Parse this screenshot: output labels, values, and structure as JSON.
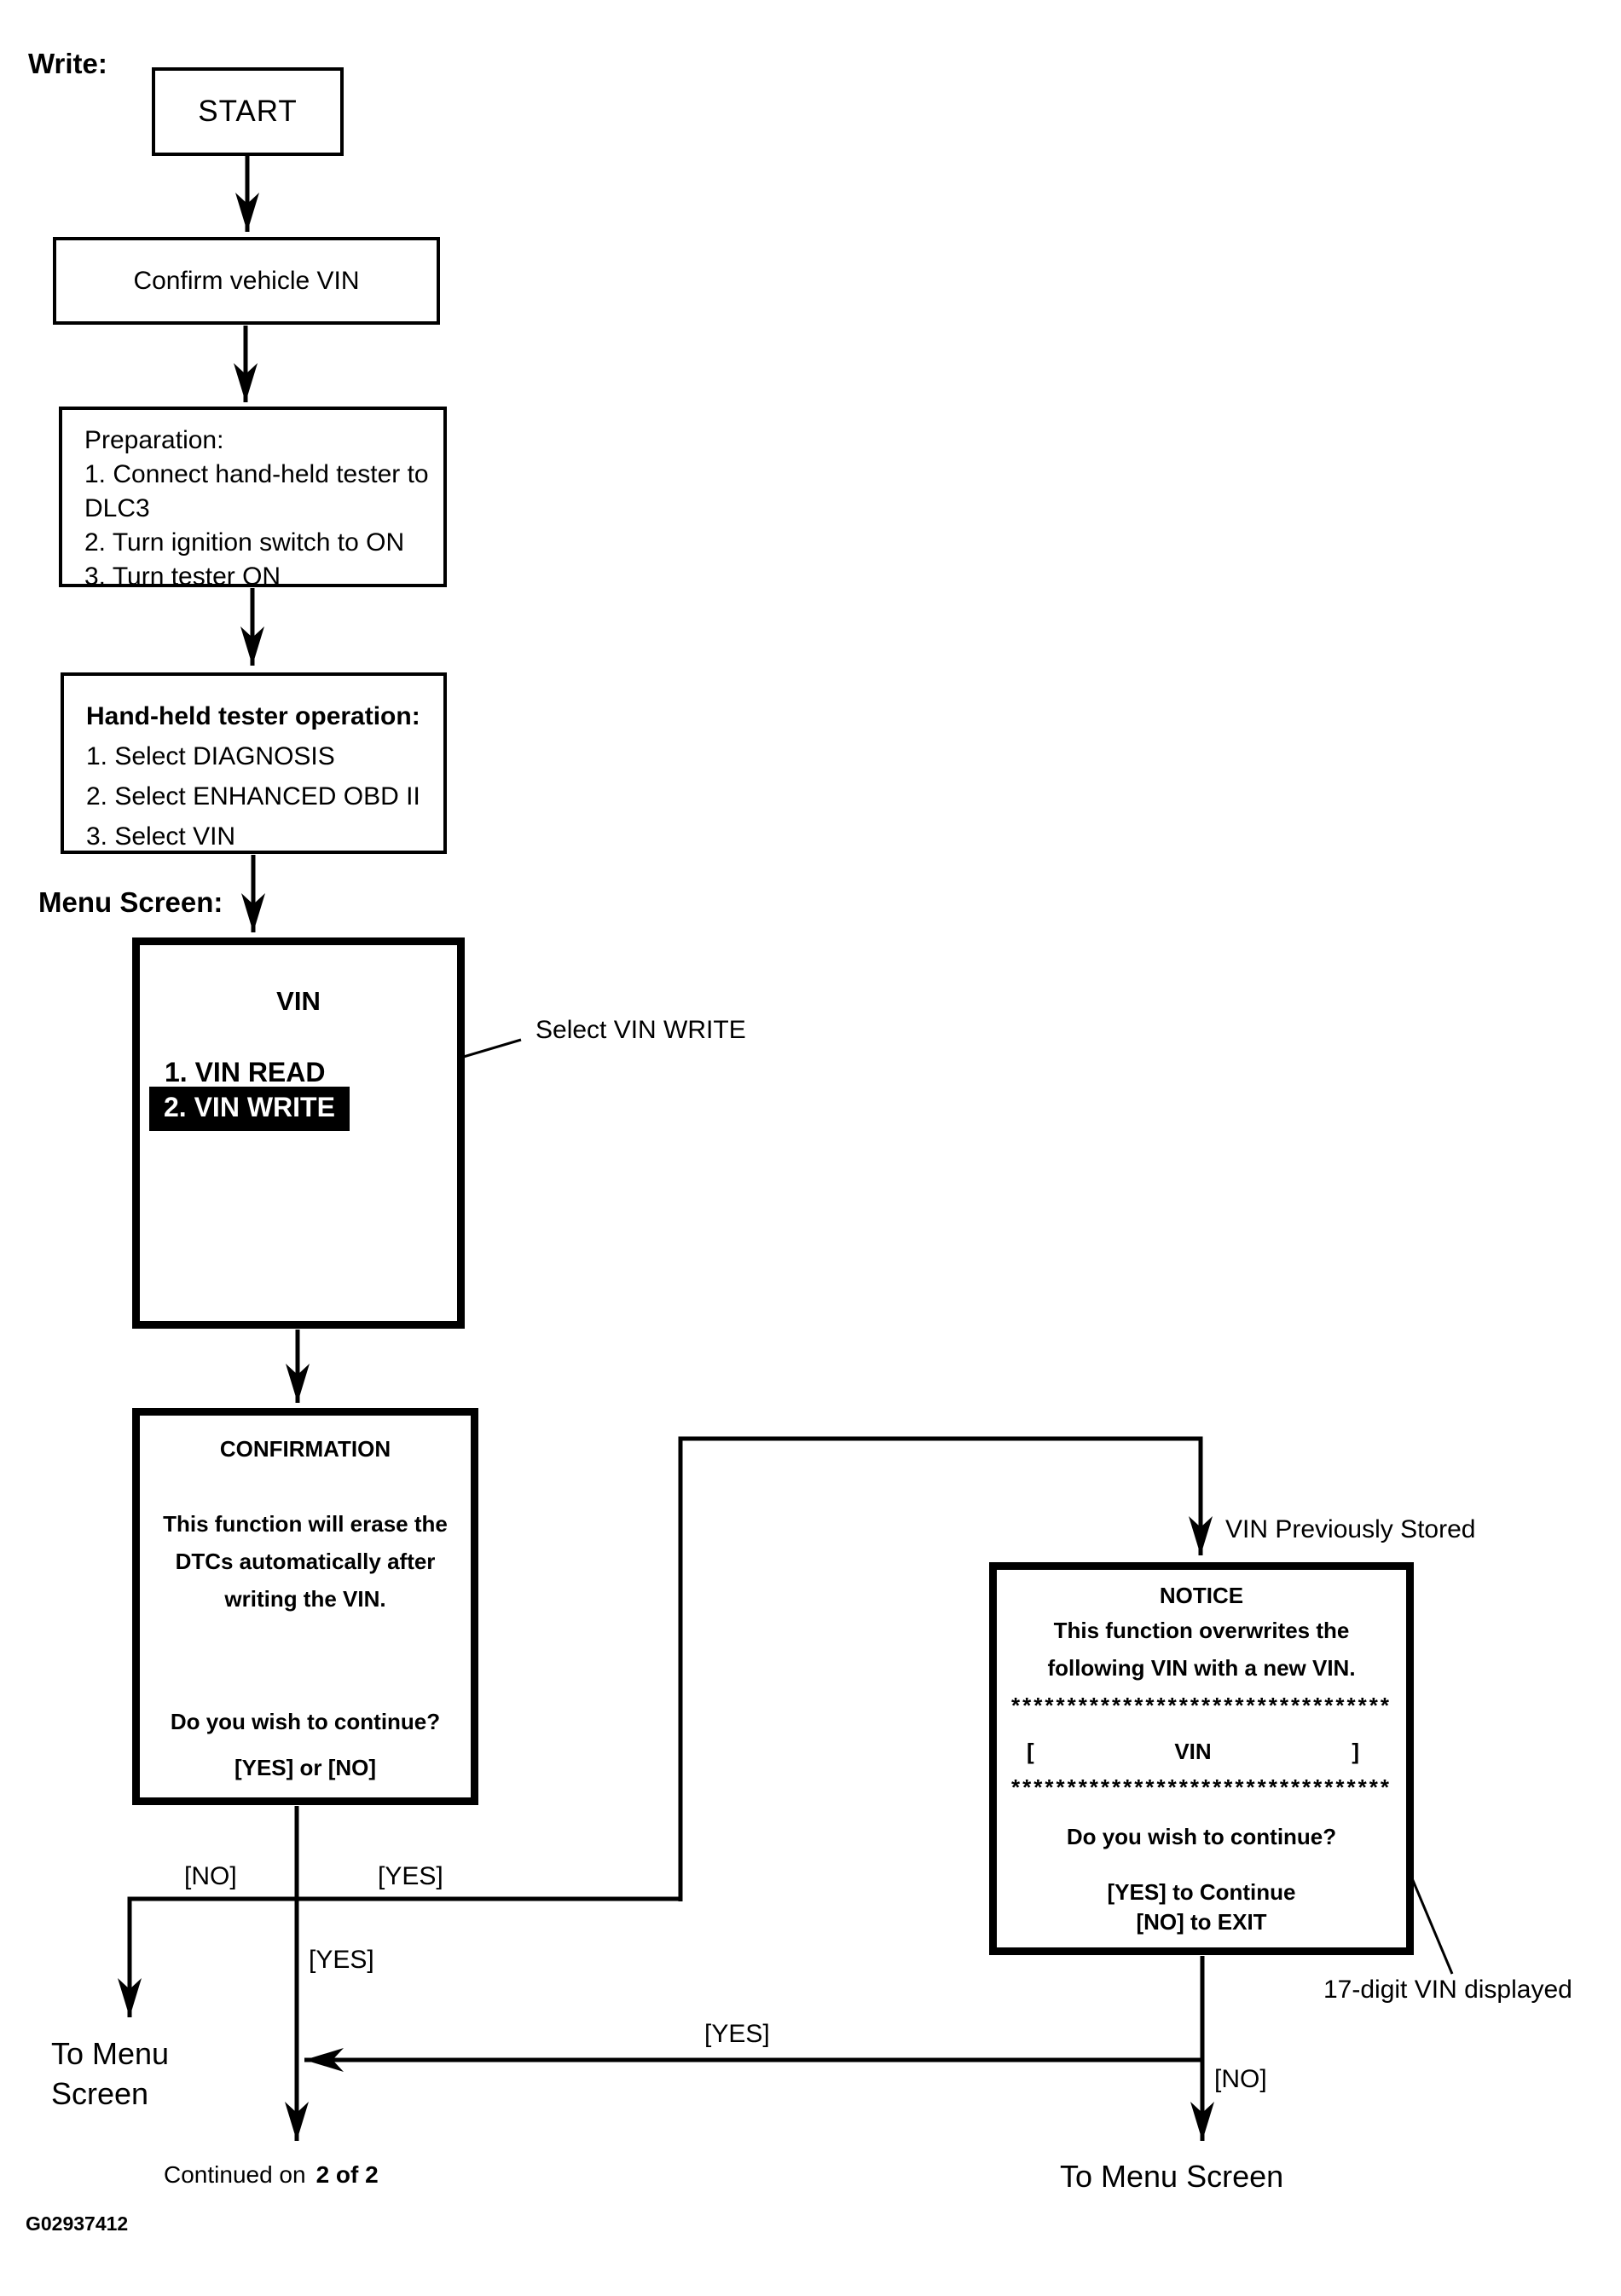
{
  "colors": {
    "ink": "#000000",
    "paper": "#ffffff",
    "highlight_bg": "#000000",
    "highlight_fg": "#ffffff"
  },
  "labels": {
    "write": "Write:",
    "menu_screen": "Menu Screen:",
    "select_vin_write": "Select VIN WRITE",
    "vin_previously_stored": "VIN Previously Stored",
    "seventeen_digit_vin": "17-digit VIN displayed",
    "to_menu_line1": "To Menu",
    "to_menu_line2": "Screen",
    "to_menu_screen": "To Menu Screen",
    "continued_on": "Continued on",
    "continued_page": "2 of 2",
    "figure_id": "G02937412",
    "branch_no": "[NO]",
    "branch_yes": "[YES]"
  },
  "flow": {
    "start": "START",
    "confirm_vin": "Confirm vehicle VIN",
    "preparation": {
      "title": "Preparation:",
      "steps": [
        "1. Connect hand-held tester to DLC3",
        "2. Turn ignition switch to ON",
        "3. Turn tester ON"
      ]
    },
    "tester_operation": {
      "title": "Hand-held tester operation:",
      "steps": [
        "1. Select DIAGNOSIS",
        "2. Select ENHANCED OBD II",
        "3. Select VIN"
      ]
    },
    "vin_menu": {
      "title": "VIN",
      "item_read": "1. VIN READ",
      "item_write": "2. VIN WRITE"
    },
    "confirmation": {
      "title": "CONFIRMATION",
      "body_line1": "This function will erase the",
      "body_line2": "DTCs automatically after",
      "body_line3": "writing the VIN.",
      "question": "Do you wish to continue?",
      "options": "[YES] or [NO]"
    },
    "notice": {
      "title": "NOTICE",
      "body_line1": "This function overwrites the",
      "body_line2": "following VIN with a new VIN.",
      "asterisks": "**********************************",
      "vin_open": "[",
      "vin_label": "VIN",
      "vin_close": "]",
      "question": "Do you wish to continue?",
      "yes_action": "[YES] to Continue",
      "no_action": "[NO] to EXIT"
    }
  }
}
